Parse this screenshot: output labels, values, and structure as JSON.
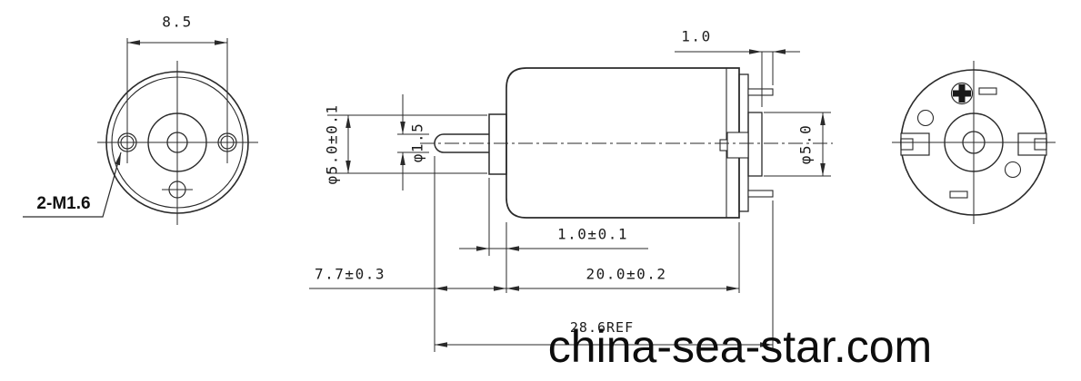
{
  "front_view": {
    "mount_hole_spacing": "8.5",
    "mount_thread_callout": "2-M1.6"
  },
  "side_view": {
    "front_boss_diameter": "φ5.0±0.1",
    "shaft_diameter": "φ1.5",
    "terminal_protrusion_length": "1.0",
    "rear_boss_diameter": "φ5.0",
    "front_boss_length": "1.0±0.1",
    "shaft_extension_length": "7.7±0.3",
    "body_length": "20.0±0.2",
    "overall_length_ref": "28.6REF"
  },
  "watermark": "china-sea-star.com",
  "colors": {
    "line": "#2a2a2a",
    "background": "#ffffff",
    "watermark": "#0d0d0d"
  }
}
